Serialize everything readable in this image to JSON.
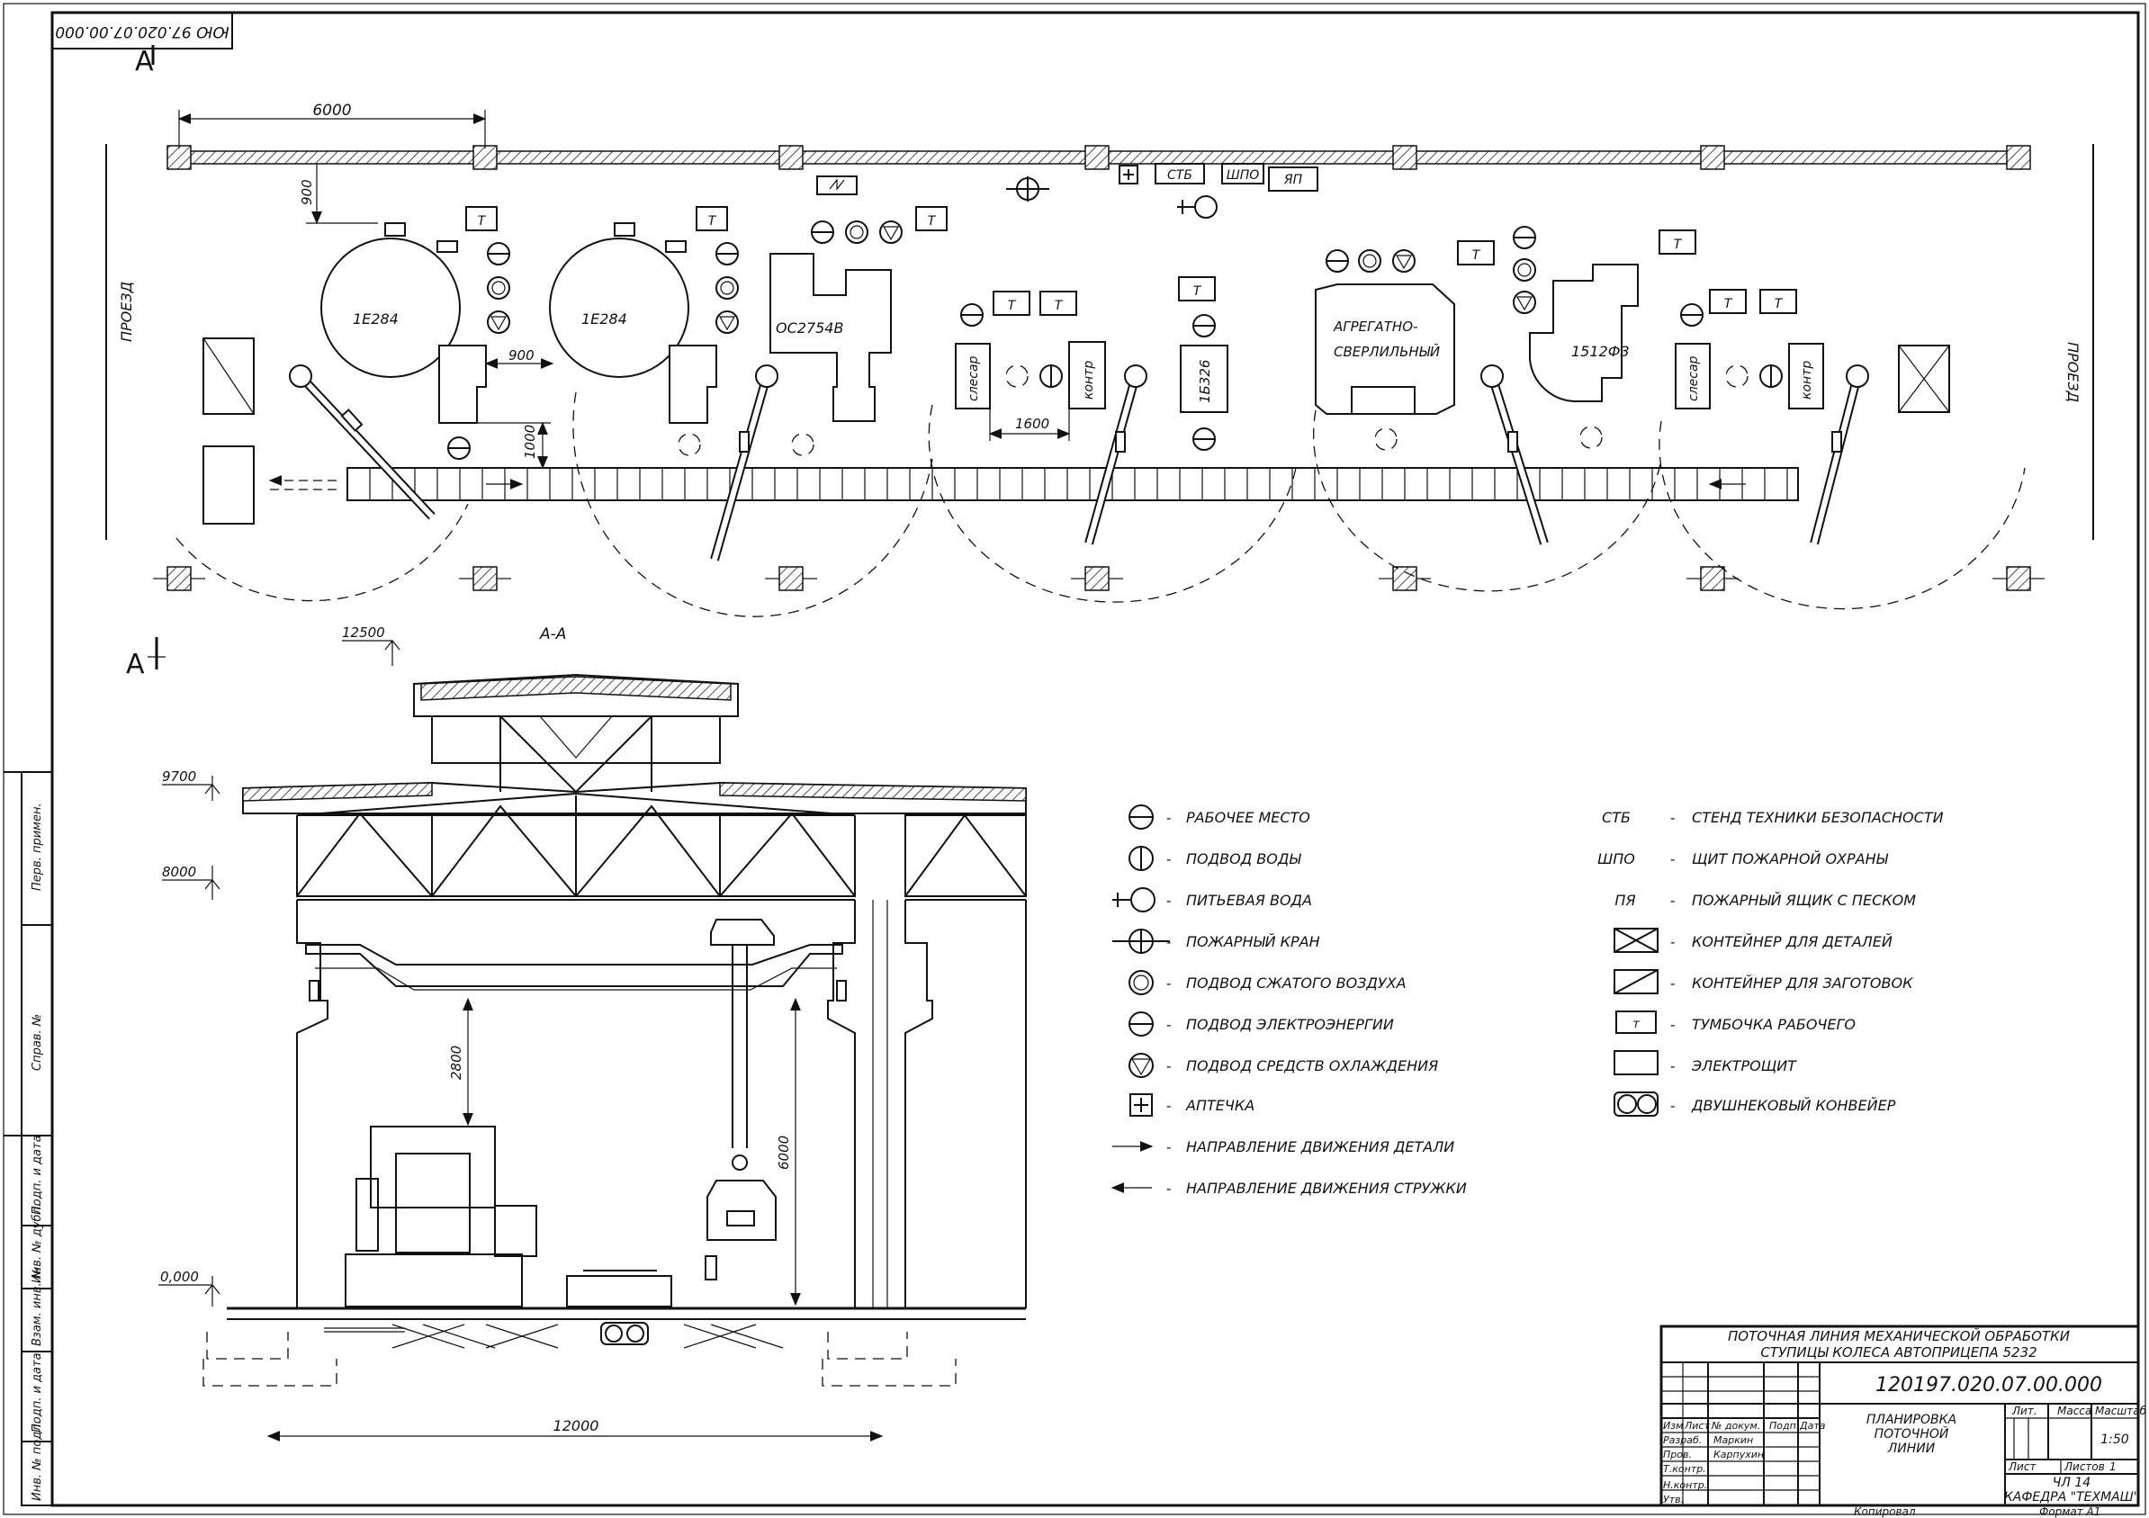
{
  "stamp_top": "ЮЮ 97.020.07.00.000",
  "section_marker": "А",
  "section_title": "А-А",
  "dims": {
    "span_6000": "6000",
    "d900_top": "900",
    "d900_mid": "900",
    "d1000": "1000",
    "d1600": "1600",
    "h12500": "12500",
    "h9700": "9700",
    "h8000": "8000",
    "h0000": "0,000",
    "d2800": "2800",
    "d6000": "6000",
    "span_12000": "12000"
  },
  "passage_left": "ПРОЕЗД",
  "passage_right": "ПРОЕЗД",
  "machines": {
    "m1": "1Е284",
    "m2": "1Е284",
    "m3": "ОС2754В",
    "m4": "1Б326",
    "m5": "АГРЕГАТНО-\nСВЕРЛИЛЬНЫЙ",
    "m5a": "АГРЕГАТНО-",
    "m5b": "СВЕРЛИЛЬНЫЙ",
    "m6": "1512Ф3",
    "slesar1": "слесар",
    "kontr1": "контр",
    "slesar2": "слесар",
    "kontr2": "контр",
    "t": "Т"
  },
  "top_boxes": {
    "ste": "СТБ",
    "shpo": "ШПО",
    "yap": "ЯП"
  },
  "legend_left": [
    "РАБОЧЕЕ МЕСТО",
    "ПОДВОД ВОДЫ",
    "ПИТЬЕВАЯ ВОДА",
    "ПОЖАРНЫЙ КРАН",
    "ПОДВОД СЖАТОГО ВОЗДУХА",
    "ПОДВОД ЭЛЕКТРОЭНЕРГИИ",
    "ПОДВОД СРЕДСТВ ОХЛАЖДЕНИЯ",
    "АПТЕЧКА",
    "НАПРАВЛЕНИЕ ДВИЖЕНИЯ ДЕТАЛИ",
    "НАПРАВЛЕНИЕ ДВИЖЕНИЯ СТРУЖКИ"
  ],
  "legend_right_codes": [
    "СТБ",
    "ШПО",
    "ПЯ"
  ],
  "legend_right": [
    "СТЕНД ТЕХНИКИ БЕЗОПАСНОСТИ",
    "ЩИТ ПОЖАРНОЙ ОХРАНЫ",
    "ПОЖАРНЫЙ ЯЩИК С ПЕСКОМ",
    "КОНТЕЙНЕР ДЛЯ ДЕТАЛЕЙ",
    "КОНТЕЙНЕР ДЛЯ ЗАГОТОВОК",
    "ТУМБОЧКА РАБОЧЕГО",
    "ЭЛЕКТРОЩИТ",
    "ДВУШНЕКОВЫЙ КОНВЕЙЕР"
  ],
  "legend_t": "т",
  "side_labels": [
    "Перв. примен.",
    "Справ. №",
    "Подп. и дата",
    "Инв. № дубл.",
    "Взам. инв. №",
    "Подп. и дата",
    "Инв. № подл."
  ],
  "title_block": {
    "project1": "ПОТОЧНАЯ ЛИНИЯ МЕХАНИЧЕСКОЙ ОБРАБОТКИ",
    "project2": "СТУПИЦЫ КОЛЕСА АВТОПРИЦЕПА 5232",
    "code": "120197.020.07.00.000",
    "name1": "ПЛАНИРОВКА",
    "name2": "ПОТОЧНОЙ",
    "name3": "ЛИНИИ",
    "hdr_izm": "Изм",
    "hdr_list": "Лист",
    "hdr_ndoc": "№ докум.",
    "hdr_podp": "Подп.",
    "hdr_data": "Дата",
    "razrab": "Разраб.",
    "razrab_name": "Маркин",
    "prov": "Пров.",
    "prov_name": "Карпухин",
    "tkontr": "Т.контр.",
    "nkontr": "Н.контр.",
    "utv": "Утв.",
    "lit": "Лит.",
    "massa": "Масса",
    "masshtab": "Масштаб",
    "scale": "1:50",
    "list_lbl": "Лист",
    "listov_lbl": "Листов",
    "listov": "1",
    "org1": "ЧЛ 14",
    "org2": "КАФЕДРА \"ТЕХМАШ\"",
    "kopiroval": "Копировал",
    "format": "Формат   А1"
  }
}
